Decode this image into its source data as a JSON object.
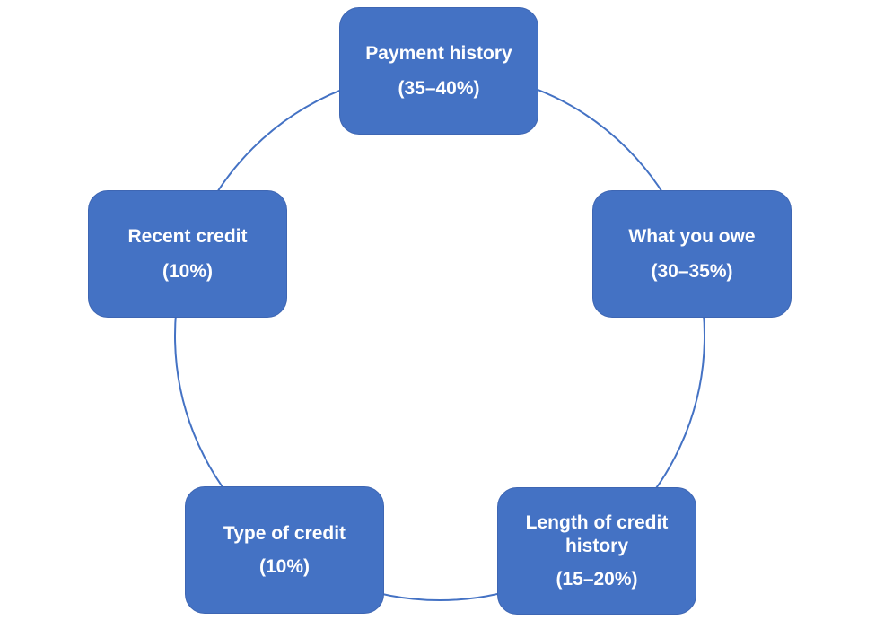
{
  "diagram": {
    "type": "cycle",
    "background_color": "#FFFFFF",
    "node_fill_color": "#4472C4",
    "node_border_color": "#3E66B3",
    "node_text_color": "#FFFFFF",
    "ring_stroke_color": "#4472C4",
    "nodes": [
      {
        "id": "payment-history",
        "label": "Payment history",
        "value": "(35–40%)",
        "position": "top"
      },
      {
        "id": "what-you-owe",
        "label": "What you owe",
        "value": "(30–35%)",
        "position": "right"
      },
      {
        "id": "length-of-credit-history",
        "label": "Length of credit history",
        "value": "(15–20%)",
        "position": "bottom-right"
      },
      {
        "id": "type-of-credit",
        "label": "Type of credit",
        "value": "(10%)",
        "position": "bottom-left"
      },
      {
        "id": "recent-credit",
        "label": "Recent credit",
        "value": "(10%)",
        "position": "left"
      }
    ]
  }
}
